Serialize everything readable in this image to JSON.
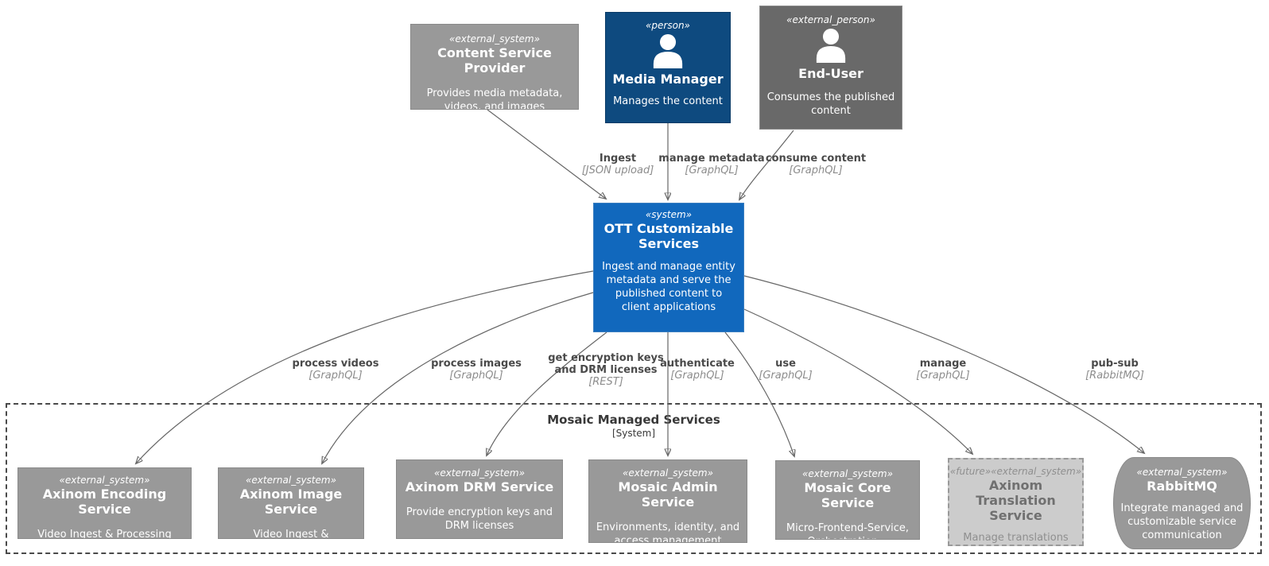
{
  "boundary": {
    "title": "Mosaic Managed Services",
    "subtitle": "[System]"
  },
  "nodes": {
    "content_service_provider": {
      "stereotype": "«external_system»",
      "title": "Content Service Provider",
      "description": "Provides media metadata, videos, and images"
    },
    "media_manager": {
      "stereotype": "«person»",
      "title": "Media Manager",
      "description": "Manages the content"
    },
    "end_user": {
      "stereotype": "«external_person»",
      "title": "End-User",
      "description": "Consumes the published content"
    },
    "ott": {
      "stereotype": "«system»",
      "title": "OTT Customizable Services",
      "description": "Ingest and manage entity metadata and serve the published content to client applications"
    },
    "axinom_encoding": {
      "stereotype": "«external_system»",
      "title": "Axinom Encoding Service",
      "description": "Video Ingest & Processing"
    },
    "axinom_image": {
      "stereotype": "«external_system»",
      "title": "Axinom Image Service",
      "description": "Video Ingest & Processing"
    },
    "axinom_drm": {
      "stereotype": "«external_system»",
      "title": "Axinom DRM Service",
      "description": "Provide encryption keys and DRM licenses"
    },
    "mosaic_admin": {
      "stereotype": "«external_system»",
      "title": "Mosaic Admin Service",
      "description": "Environments, identity, and access management"
    },
    "mosaic_core": {
      "stereotype": "«external_system»",
      "title": "Mosaic Core Service",
      "description": "Micro-Frontend-Service, Orchestration..."
    },
    "axinom_translation": {
      "stereotype": "«future»«external_system»",
      "title": "Axinom Translation Service",
      "description": "Manage translations"
    },
    "rabbitmq": {
      "stereotype": "«external_system»",
      "title": "RabbitMQ",
      "description": "Integrate managed and customizable service communication"
    }
  },
  "edges": {
    "ingest": {
      "label": "Ingest",
      "tech": "[JSON upload]"
    },
    "manage_metadata": {
      "label": "manage metadata",
      "tech": "[GraphQL]"
    },
    "consume_content": {
      "label": "consume content",
      "tech": "[GraphQL]"
    },
    "process_videos": {
      "label": "process videos",
      "tech": "[GraphQL]"
    },
    "process_images": {
      "label": "process images",
      "tech": "[GraphQL]"
    },
    "get_keys": {
      "label": "get encryption keys and DRM licenses",
      "tech": "[REST]"
    },
    "authenticate": {
      "label": "authenticate",
      "tech": "[GraphQL]"
    },
    "use": {
      "label": "use",
      "tech": "[GraphQL]"
    },
    "manage": {
      "label": "manage",
      "tech": "[GraphQL]"
    },
    "pub_sub": {
      "label": "pub-sub",
      "tech": "[RabbitMQ]"
    }
  },
  "colors": {
    "system": "#1168bd",
    "person": "#0e4a7f",
    "external_system": "#999999",
    "external_person": "#696969",
    "future_background": "#cccccc",
    "connector": "#666666"
  }
}
